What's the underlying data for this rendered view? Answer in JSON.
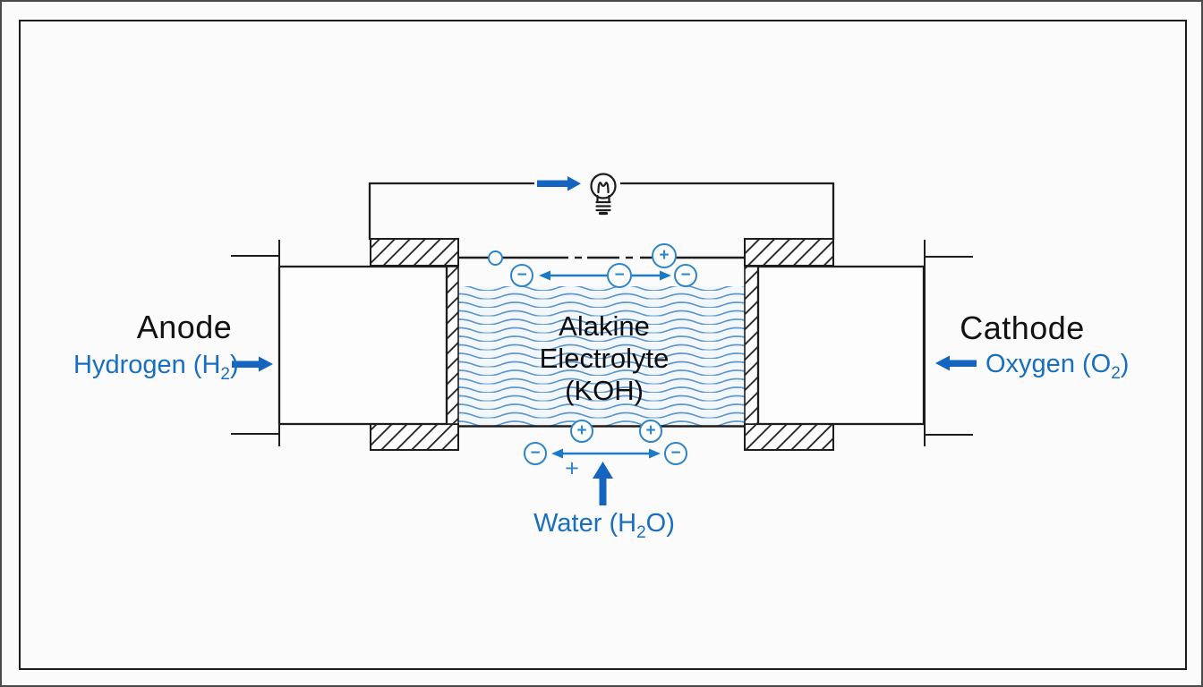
{
  "diagram": {
    "type": "alkaline-fuel-cell-schematic",
    "labels": {
      "anode": "Anode",
      "cathode": "Cathode",
      "hydrogen": {
        "pre": "Hydrogen (H",
        "sub": "2",
        "post": ")"
      },
      "oxygen": {
        "pre": "Oxygen (O",
        "sub": "2",
        "post": ")"
      },
      "water": {
        "pre": "Water (H",
        "sub": "2",
        "post": "O)"
      },
      "electrolyte_lines": [
        "Alakine",
        "Electrolyte",
        "(KOH)"
      ],
      "plus_sign": "+"
    },
    "ions": {
      "minus": "−",
      "plus": "+"
    },
    "icons": [
      "light-bulb-icon",
      "current-arrow-icon",
      "hydrogen-input-arrow-icon",
      "oxygen-input-arrow-icon",
      "water-input-arrow-icon",
      "ion-flow-arrow-icon"
    ],
    "colors": {
      "line_black": "#1d1d1d",
      "text_black": "#121212",
      "accent_blue": "#186fc0",
      "ion_blue": "#2e86c8",
      "wave_blue": "#6096c8",
      "wave_bg": "#f2f7fc",
      "background": "#fbfbfb"
    }
  }
}
